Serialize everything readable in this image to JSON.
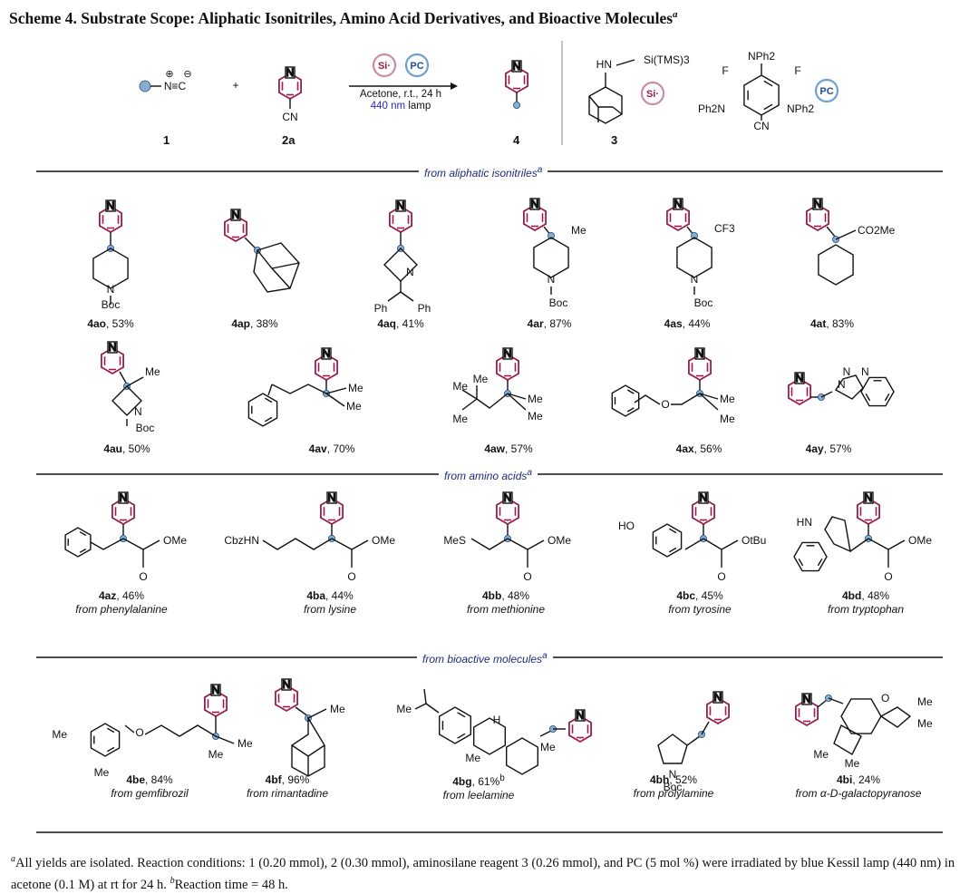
{
  "title": {
    "text": "Scheme 4. Substrate Scope: Aliphatic Isonitriles, Amino Acid Derivatives, and Bioactive Molecules",
    "mark": "a"
  },
  "reaction": {
    "compound_1": "1",
    "compound_2a": "2a",
    "compound_4": "4",
    "compound_3": "3",
    "plus": "+",
    "isonitrile": "N≡C",
    "nitrile": "CN",
    "si_badge": "Si·",
    "pc_badge": "PC",
    "condition_line1": "Acetone, r.t.,  24 h",
    "condition_lamp_nm": "440 nm",
    "condition_lamp": "lamp",
    "reagent3_label": "Si(TMS)3",
    "reagent3_hn": "HN",
    "pc_labels": {
      "nph2_top": "NPh2",
      "f_left": "F",
      "f_right": "F",
      "ph2n": "Ph2N",
      "nph2_right": "NPh2",
      "cn": "CN"
    }
  },
  "sections": {
    "aliphatic": "from aliphatic isonitriles",
    "amino": "from amino acids",
    "bioactive": "from bioactive molecules",
    "mark": "a"
  },
  "products": [
    {
      "id": "4ao",
      "yield": "53%",
      "from": ""
    },
    {
      "id": "4ap",
      "yield": "38%",
      "from": ""
    },
    {
      "id": "4aq",
      "yield": "41%",
      "from": ""
    },
    {
      "id": "4ar",
      "yield": "87%",
      "from": ""
    },
    {
      "id": "4as",
      "yield": "44%",
      "from": ""
    },
    {
      "id": "4at",
      "yield": "83%",
      "from": ""
    },
    {
      "id": "4au",
      "yield": "50%",
      "from": ""
    },
    {
      "id": "4av",
      "yield": "70%",
      "from": ""
    },
    {
      "id": "4aw",
      "yield": "57%",
      "from": ""
    },
    {
      "id": "4ax",
      "yield": "56%",
      "from": ""
    },
    {
      "id": "4ay",
      "yield": "57%",
      "from": ""
    },
    {
      "id": "4az",
      "yield": "46%",
      "from": "from phenylalanine"
    },
    {
      "id": "4ba",
      "yield": "44%",
      "from": "from lysine"
    },
    {
      "id": "4bb",
      "yield": "48%",
      "from": "from methionine"
    },
    {
      "id": "4bc",
      "yield": "45%",
      "from": "from tyrosine"
    },
    {
      "id": "4bd",
      "yield": "48%",
      "from": "from tryptophan"
    },
    {
      "id": "4be",
      "yield": "84%",
      "from": "from gemfibrozil"
    },
    {
      "id": "4bf",
      "yield": "96%",
      "from": "from rimantadine"
    },
    {
      "id": "4bg",
      "yield": "61%",
      "yield_mark": "b",
      "from": "from leelamine"
    },
    {
      "id": "4bh",
      "yield": "52%",
      "from": "from prolylamine"
    },
    {
      "id": "4bi",
      "yield": "24%",
      "from": "from α-D-galactopyranose"
    }
  ],
  "atom_labels": {
    "boc": "Boc",
    "me": "Me",
    "cf3": "CF3",
    "co2me": "CO2Me",
    "ph": "Ph",
    "o": "O",
    "ome": "OMe",
    "otbu": "OtBu",
    "cbzhn": "CbzHN",
    "mes": "MeS",
    "ho": "HO",
    "hn": "HN",
    "n": "N",
    "h": "H"
  },
  "footnote": {
    "a_text": "All yields are isolated. Reaction conditions: 1 (0.20 mmol), 2 (0.30 mmol), aminosilane reagent 3 (0.26 mmol), and PC (5 mol %) were irradiated by blue Kessil lamp (440 nm) in acetone (0.1 M) at rt for 24 h.",
    "b_text": "Reaction time = 48 h."
  },
  "colors": {
    "pyridine": "#9b1d4c",
    "dot": "#86aed0",
    "section": "#1f2a7a",
    "si_badge": "#c98ca5",
    "pc_badge": "#6f9fd0"
  }
}
